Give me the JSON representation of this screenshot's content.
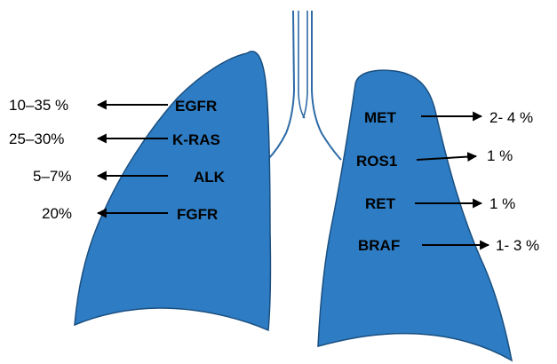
{
  "diagram": {
    "left_lung": {
      "items": [
        {
          "gene": "EGFR",
          "frequency": "10–35 %"
        },
        {
          "gene": "K-RAS",
          "frequency": "25–30%"
        },
        {
          "gene": "ALK",
          "frequency": "5–7%"
        },
        {
          "gene": "FGFR",
          "frequency": "20%"
        }
      ]
    },
    "right_lung": {
      "items": [
        {
          "gene": "MET",
          "frequency": "2- 4 %"
        },
        {
          "gene": "ROS1",
          "frequency": "1 %"
        },
        {
          "gene": "RET",
          "frequency": "1 %"
        },
        {
          "gene": "BRAF",
          "frequency": "1- 3 %"
        }
      ]
    },
    "colors": {
      "lung_fill": "#2e7dc4",
      "lung_stroke": "#1a4f80",
      "trachea_stroke": "#2e6aa6",
      "arrow": "#000000",
      "text": "#000000"
    }
  }
}
